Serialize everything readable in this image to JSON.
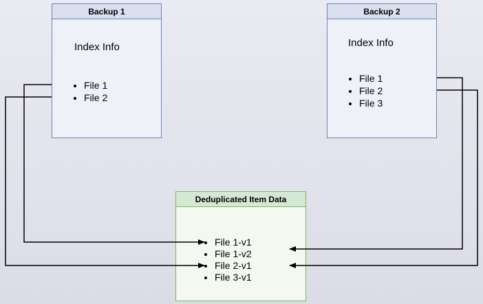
{
  "diagram": {
    "boxes": {
      "backup1": {
        "title": "Backup 1",
        "body_label": "Index Info",
        "items": [
          "File 1",
          "File 2"
        ]
      },
      "backup2": {
        "title": "Backup 2",
        "body_label": "Index Info",
        "items": [
          "File 1",
          "File 2",
          "File 3"
        ]
      },
      "dedup": {
        "title": "Deduplicated Item Data",
        "items": [
          "File 1-v1",
          "File 1-v2",
          "File 2-v1",
          "File 3-v1"
        ]
      }
    },
    "connections": [
      {
        "from": "Backup 1 / File 1",
        "to": "Deduplicated Item Data / File 1-v1"
      },
      {
        "from": "Backup 1 / File 2",
        "to": "Deduplicated Item Data / File 2-v1"
      },
      {
        "from": "Backup 2 / File 1",
        "to": "Deduplicated Item Data / File 1-v2"
      },
      {
        "from": "Backup 2 / File 2",
        "to": "Deduplicated Item Data / File 2-v1"
      }
    ],
    "colors": {
      "blue_border": "#6d83b8",
      "blue_header_fill": "#dbe0f0",
      "blue_body_fill": "#eff1f9",
      "green_border": "#82b366",
      "green_header_fill": "#d5e8d4",
      "green_body_fill": "#f4f8f1",
      "connector_line": "#000000",
      "background": "#e2e2ec"
    }
  }
}
